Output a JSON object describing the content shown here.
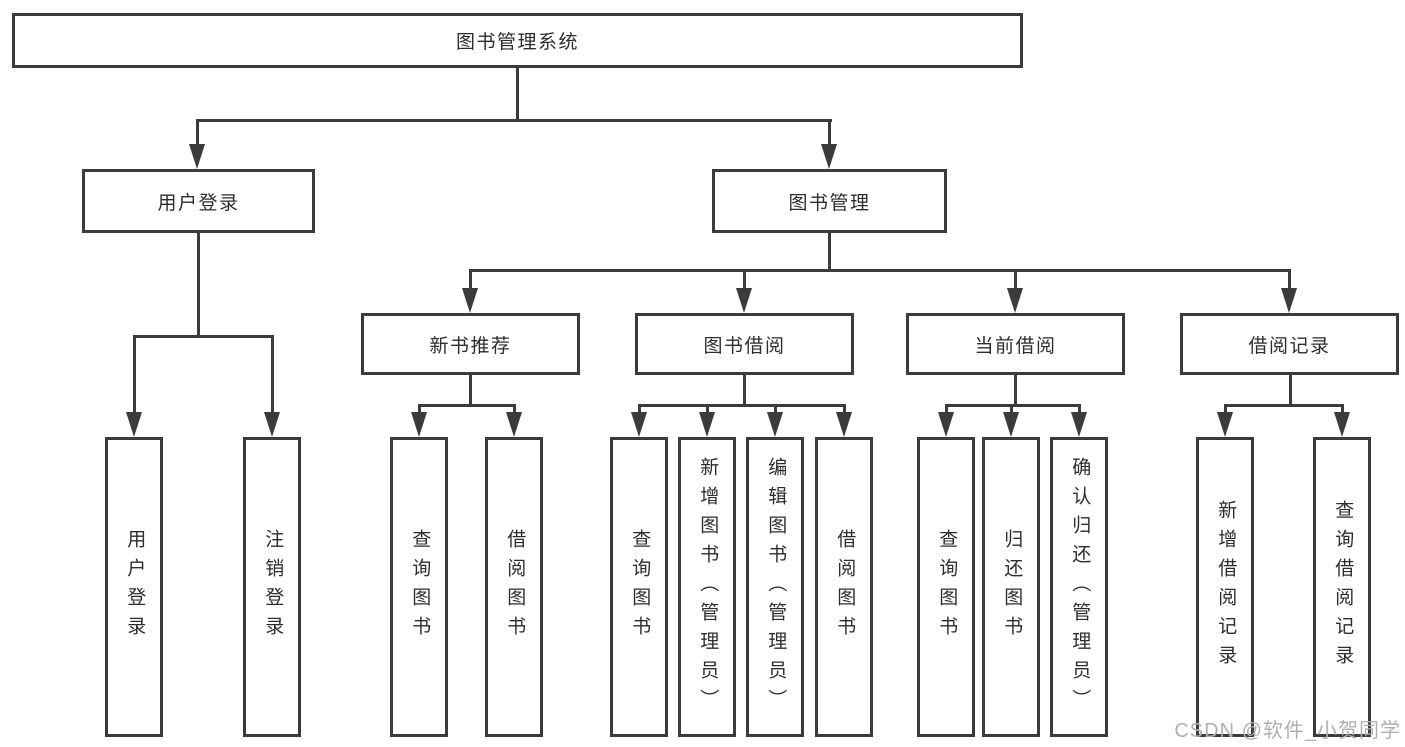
{
  "nodes": {
    "root": "图书管理系统",
    "user_login": "用户登录",
    "book_management": "图书管理",
    "new_book_recommend": "新书推荐",
    "book_borrowing": "图书借阅",
    "current_borrowing": "当前借阅",
    "borrowing_records": "借阅记录",
    "leaf_user_login": "用户登录",
    "leaf_logout": "注销登录",
    "rec_query_book": "查询图书",
    "rec_borrow_book": "借阅图书",
    "bb_query_book": "查询图书",
    "bb_add_book_admin": "新增图书（管理员）",
    "bb_edit_book_admin": "编辑图书（管理员）",
    "bb_borrow_book": "借阅图书",
    "cb_query_book": "查询图书",
    "cb_return_book": "归还图书",
    "cb_confirm_return_admin": "确认归还（管理员）",
    "br_add_record": "新增借阅记录",
    "br_query_record": "查询借阅记录"
  },
  "tree": {
    "label": "图书管理系统",
    "children": [
      {
        "label": "用户登录",
        "children": [
          {
            "label": "用户登录"
          },
          {
            "label": "注销登录"
          }
        ]
      },
      {
        "label": "图书管理",
        "children": [
          {
            "label": "新书推荐",
            "children": [
              {
                "label": "查询图书"
              },
              {
                "label": "借阅图书"
              }
            ]
          },
          {
            "label": "图书借阅",
            "children": [
              {
                "label": "查询图书"
              },
              {
                "label": "新增图书（管理员）"
              },
              {
                "label": "编辑图书（管理员）"
              },
              {
                "label": "借阅图书"
              }
            ]
          },
          {
            "label": "当前借阅",
            "children": [
              {
                "label": "查询图书"
              },
              {
                "label": "归还图书"
              },
              {
                "label": "确认归还（管理员）"
              }
            ]
          },
          {
            "label": "借阅记录",
            "children": [
              {
                "label": "新增借阅记录"
              },
              {
                "label": "查询借阅记录"
              }
            ]
          }
        ]
      }
    ]
  },
  "watermark": "CSDN @软件_小贺同学",
  "colors": {
    "line": "#3b3b3b",
    "text": "#2d2d2d",
    "watermark": "#b0b0b0",
    "background": "#ffffff"
  }
}
